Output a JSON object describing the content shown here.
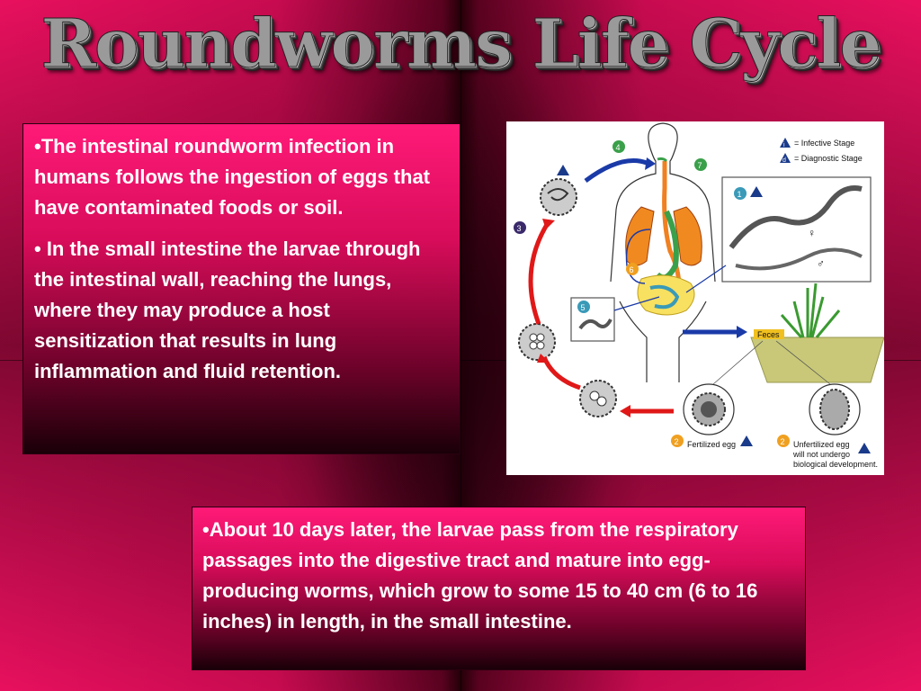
{
  "slide": {
    "title": "Roundworms Life Cycle",
    "paragraph1": "•The intestinal roundworm infection in humans follows the ingestion of eggs that have contaminated foods or soil.",
    "paragraph2": "• In the small intestine the larvae through the intestinal wall, reaching the lungs, where they may produce a host sensitization that results in lung inflammation and fluid retention.",
    "paragraph3": "•About 10 days later, the larvae pass from the respiratory passages into the digestive tract and mature into egg-producing worms, which grow to some 15 to 40 cm (6 to 16 inches) in length, in the small intestine."
  },
  "figure": {
    "legend_infective": "= Infective Stage",
    "legend_diagnostic": "= Diagnostic Stage",
    "mark_i": "i",
    "mark_d": "d",
    "feces": "Feces",
    "fertilized": "Fertilized egg",
    "unfertilized_1": "Unfertilized egg",
    "unfertilized_2": "will not undergo",
    "unfertilized_3": "biological development.",
    "female_symbol": "♀",
    "male_symbol": "♂",
    "step1": "1",
    "step2": "2",
    "step3": "3",
    "step4": "4",
    "step5": "5",
    "step6": "6",
    "step7": "7",
    "colors": {
      "infective": "#1a3a8a",
      "step_green": "#3aa04a",
      "step_blue": "#3a9ab8",
      "step_orange": "#f0a020",
      "step_purple": "#3a2a6a",
      "arrow_red": "#e01818",
      "arrow_blue": "#1a3aa8"
    }
  }
}
